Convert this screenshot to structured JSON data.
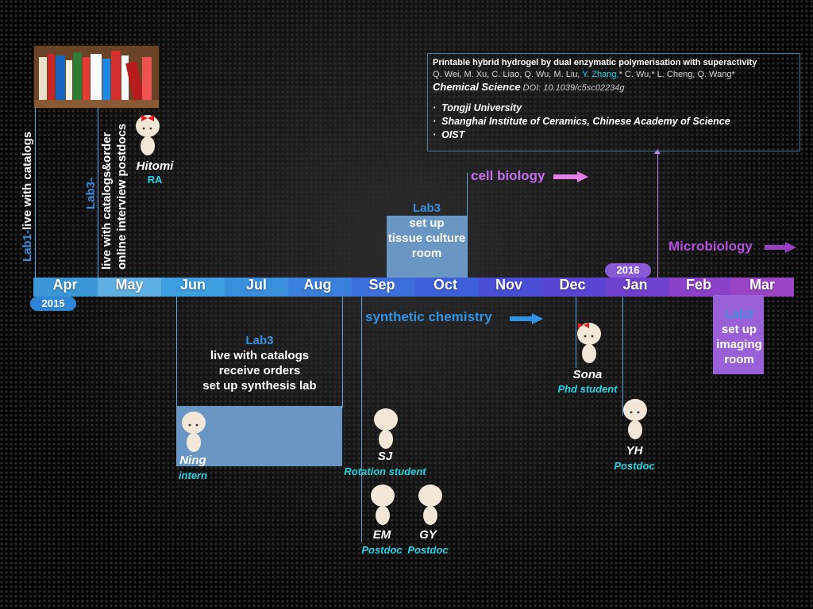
{
  "timeline": {
    "months": [
      "Apr",
      "May",
      "Jun",
      "Jul",
      "Aug",
      "Sep",
      "Oct",
      "Nov",
      "Dec",
      "Jan",
      "Feb",
      "Mar"
    ],
    "year_2015": "2015",
    "year_2016": "2016"
  },
  "vertical_labels": {
    "lab1_prefix": "Lab1-",
    "lab1_rest": "live with catalogs",
    "lab3_prefix": "Lab3-",
    "may_line1": "live with catalogs&order",
    "may_line2": "online interview postdocs"
  },
  "people": {
    "hitomi": {
      "name": "Hitomi",
      "role": "RA"
    },
    "ning": {
      "name": "Ning",
      "role": "intern"
    },
    "sj": {
      "name": "SJ",
      "role": "Rotation student"
    },
    "em": {
      "name": "EM",
      "role": "Postdoc"
    },
    "gy": {
      "name": "GY",
      "role": "Postdoc"
    },
    "sona": {
      "name": "Sona",
      "role": "Phd student"
    },
    "yh": {
      "name": "YH",
      "role": "Postdoc"
    }
  },
  "blocks": {
    "tissue": {
      "title": "Lab3",
      "l1": "set up",
      "l2": "tissue culture",
      "l3": "room"
    },
    "synthesis": {
      "title": "Lab3",
      "l1": "live with catalogs",
      "l2": "receive orders",
      "l3": "set up synthesis lab"
    },
    "imaging": {
      "title": "Lab3",
      "l1": "set up",
      "l2": "imaging",
      "l3": "room"
    }
  },
  "fields": {
    "cell_biology": "cell biology",
    "microbiology": "Microbiology",
    "synthetic_chemistry": "synthetic chemistry"
  },
  "paper": {
    "title": "Printable hybrid hydrogel by dual enzymatic polymerisation with superactivity",
    "authors_a": "Q. Wei, M. Xu, C. Liao, Q. Wu, M. Liu, ",
    "authors_hl": "Y. Zhang,",
    "authors_star1": "*",
    "authors_b": " C. Wu,",
    "authors_star2": "*",
    "authors_c": " L. Cheng, Q. Wang",
    "authors_star3": "*",
    "journal": "Chemical Science",
    "doi": "DOI: 10.1039/c5sc02234g",
    "affiliations": [
      "Tongji University",
      "Shanghai Institute of Ceramics, Chinese Academy of Science",
      "OIST"
    ]
  },
  "colors": {
    "timeline": [
      "#3a96d4",
      "#5fb0e2",
      "#3d9ee0",
      "#3a8fdc",
      "#3a7fdc",
      "#3d6fdc",
      "#3e5fda",
      "#4a4ed6",
      "#5a45d2",
      "#6e40cc",
      "#8a40c8",
      "#9a44c4"
    ],
    "cyan": "#22d3e6",
    "blue": "#3a8fe0",
    "purple": "#b44fe0"
  }
}
